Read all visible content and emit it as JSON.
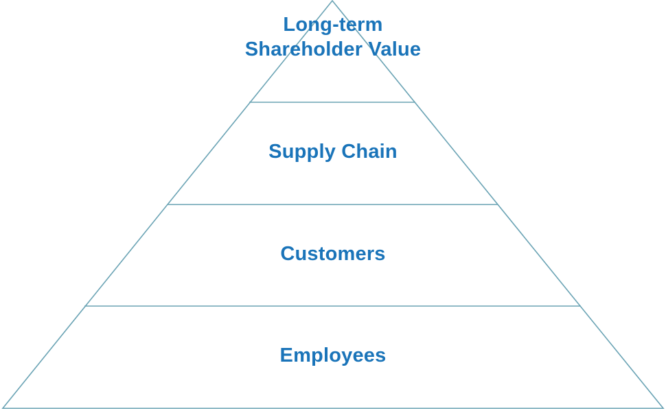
{
  "colors": {
    "outline": "#6aa3b4",
    "text": "#1a74b9"
  },
  "tiers": [
    {
      "label": "Long-term Shareholder Value"
    },
    {
      "label": "Supply Chain"
    },
    {
      "label": "Customers"
    },
    {
      "label": "Employees"
    }
  ]
}
